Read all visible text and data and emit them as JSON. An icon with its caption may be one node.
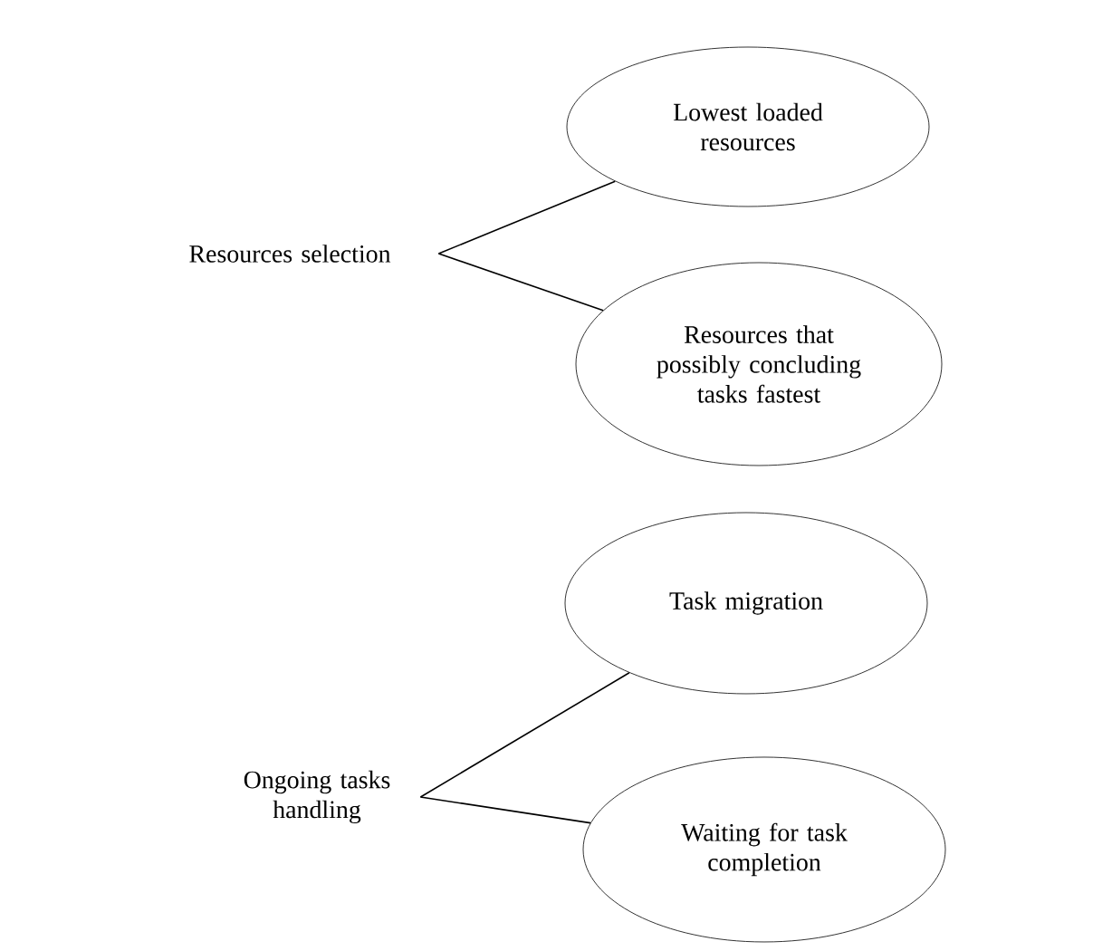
{
  "diagram": {
    "nodes": [
      {
        "text": [
          "Resources selection"
        ]
      },
      {
        "text": [
          "Lowest loaded resources"
        ]
      },
      {
        "text": [
          "Resources that possibly concluding tasks fastest"
        ]
      },
      {
        "text": [
          "Ongoing tasks handling"
        ]
      },
      {
        "text": [
          "Task migration"
        ]
      },
      {
        "text": [
          "Waiting for task completion"
        ]
      }
    ],
    "edges": [
      {
        "from": 0,
        "to": 1,
        "arrow": "none"
      },
      {
        "from": 0,
        "to": 2,
        "arrow": "none"
      },
      {
        "from": 3,
        "to": 4,
        "arrow": "none"
      },
      {
        "from": 3,
        "to": 5,
        "arrow": "none"
      }
    ]
  }
}
